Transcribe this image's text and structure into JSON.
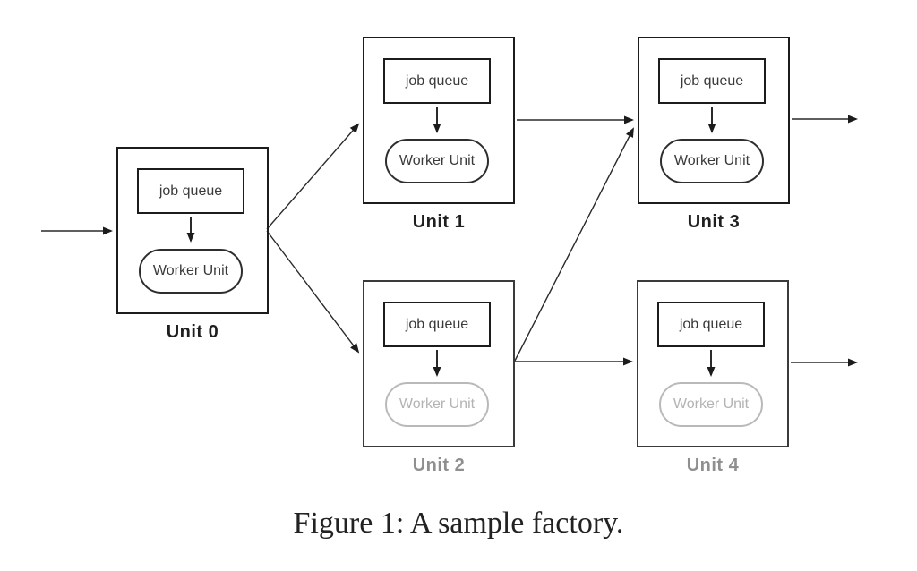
{
  "figure": {
    "caption": "Figure 1: A sample factory."
  },
  "units": [
    {
      "id": "unit-0",
      "label": "Unit 0",
      "job_queue_label": "job queue",
      "worker_label": "Worker Unit",
      "faded": false
    },
    {
      "id": "unit-1",
      "label": "Unit 1",
      "job_queue_label": "job queue",
      "worker_label": "Worker Unit",
      "faded": false
    },
    {
      "id": "unit-2",
      "label": "Unit 2",
      "job_queue_label": "job queue",
      "worker_label": "Worker Unit",
      "faded": true
    },
    {
      "id": "unit-3",
      "label": "Unit 3",
      "job_queue_label": "job queue",
      "worker_label": "Worker Unit",
      "faded": false
    },
    {
      "id": "unit-4",
      "label": "Unit 4",
      "job_queue_label": "job queue",
      "worker_label": "Worker Unit",
      "faded": true
    }
  ],
  "connections": [
    {
      "from": "input",
      "to": "unit-0"
    },
    {
      "from": "unit-0",
      "to": "unit-1"
    },
    {
      "from": "unit-0",
      "to": "unit-2"
    },
    {
      "from": "unit-1",
      "to": "unit-3"
    },
    {
      "from": "unit-2",
      "to": "unit-3"
    },
    {
      "from": "unit-2",
      "to": "unit-4"
    },
    {
      "from": "unit-3",
      "to": "output"
    },
    {
      "from": "unit-4",
      "to": "output"
    }
  ],
  "internal_flows": [
    {
      "unit": "unit-0",
      "from": "job queue",
      "to": "Worker Unit"
    },
    {
      "unit": "unit-1",
      "from": "job queue",
      "to": "Worker Unit"
    },
    {
      "unit": "unit-2",
      "from": "job queue",
      "to": "Worker Unit"
    },
    {
      "unit": "unit-3",
      "from": "job queue",
      "to": "Worker Unit"
    },
    {
      "unit": "unit-4",
      "from": "job queue",
      "to": "Worker Unit"
    }
  ],
  "colors": {
    "ink": "#1c1c1c",
    "arrow": "#2a2a2a",
    "faded_border": "#b9b9b9",
    "faded_text": "#b3b3b3",
    "faded_label": "#8f8f8f"
  }
}
